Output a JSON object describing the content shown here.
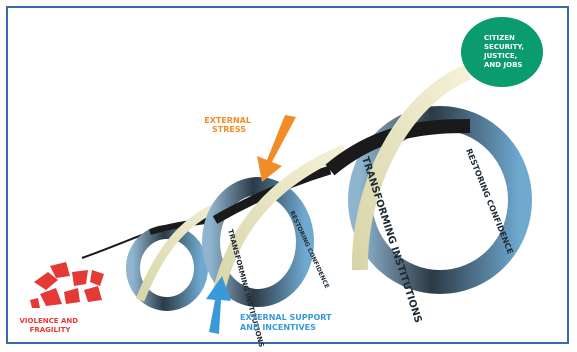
{
  "diagram": {
    "start": {
      "lines": [
        "VIOLENCE AND",
        "FRAGILITY"
      ],
      "color": "#e53935"
    },
    "goal": {
      "lines": [
        "CITIZEN",
        "SECURITY,",
        "JUSTICE,",
        "AND JOBS"
      ],
      "color": "#0a9b6f",
      "text_color": "#ffffff"
    },
    "loops": [
      {
        "outer_text": "",
        "inner_text": ""
      },
      {
        "outer_text": "TRANSFORMING INSTITUTIONS",
        "inner_text": "RESTORING CONFIDENCE"
      },
      {
        "outer_text": "TRANSFORMING INSTITUTIONS",
        "inner_text": "RESTORING CONFIDENCE"
      }
    ],
    "external_stress": {
      "lines": [
        "EXTERNAL",
        "STRESS"
      ],
      "color": "#f28c28"
    },
    "external_support": {
      "lines": [
        "EXTERNAL SUPPORT",
        "AND INCENTIVES"
      ],
      "color": "#3a9ad9"
    }
  }
}
